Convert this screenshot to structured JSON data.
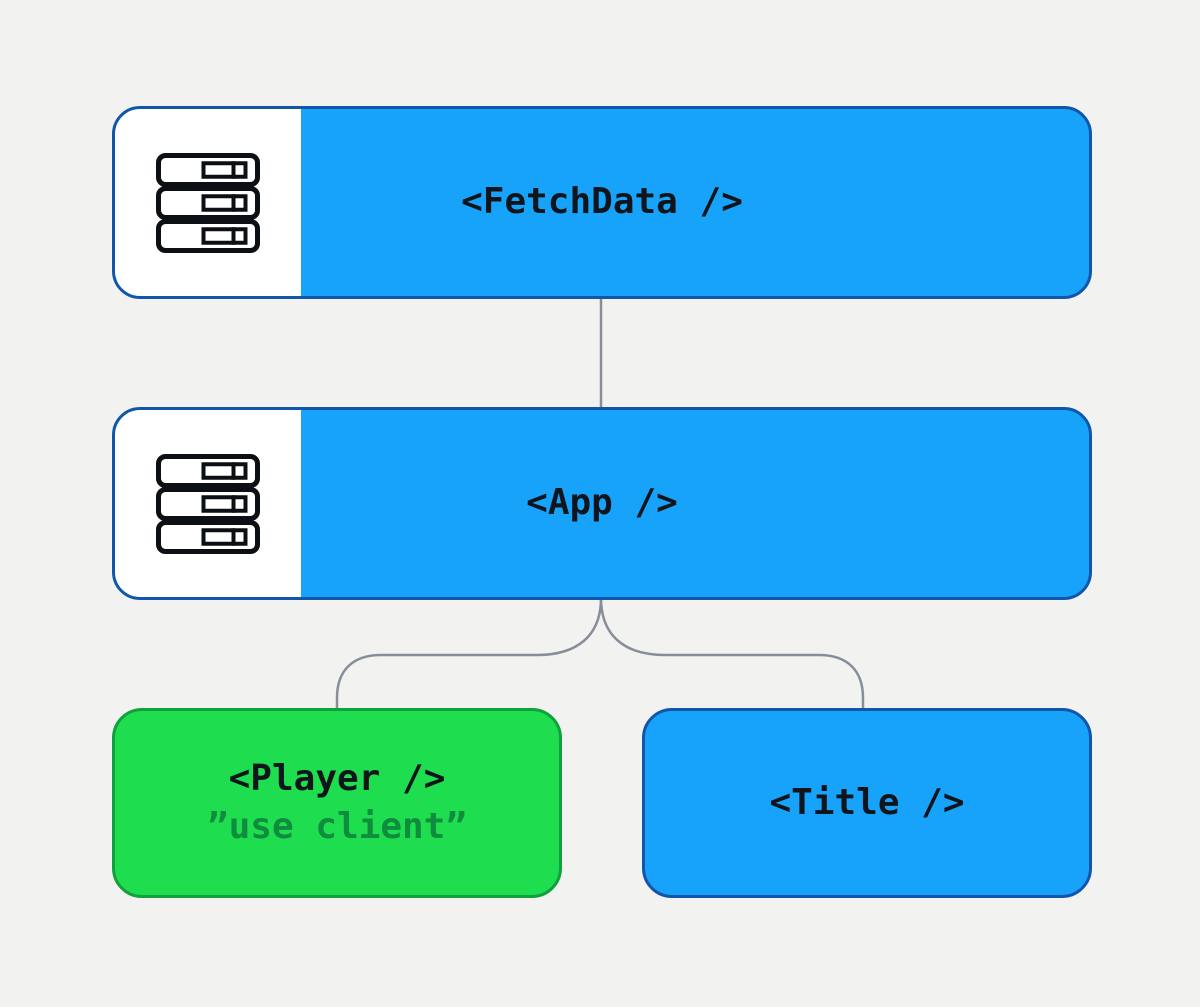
{
  "diagram": {
    "type": "component-tree",
    "nodes": {
      "fetchData": {
        "label": "<FetchData />",
        "kind": "server-component",
        "icon": "server-stack-icon",
        "fill": "#18a3fb",
        "border": "#1156ab"
      },
      "app": {
        "label": "<App />",
        "kind": "server-component",
        "icon": "server-stack-icon",
        "fill": "#18a3fb",
        "border": "#1156ab"
      },
      "player": {
        "label": "<Player />",
        "directive": "”use client”",
        "kind": "client-component",
        "fill": "#1edd4e",
        "border": "#10a03c"
      },
      "title": {
        "label": "<Title />",
        "kind": "component",
        "fill": "#18a3fb",
        "border": "#1156ab"
      }
    },
    "edges": [
      {
        "from": "FetchData",
        "to": "App"
      },
      {
        "from": "App",
        "to": "Player"
      },
      {
        "from": "App",
        "to": "Title"
      }
    ],
    "colors": {
      "background": "#f2f3f0",
      "connector": "#878e99",
      "label_text": "#10151c",
      "directive_text": "#108c3e",
      "icon_stroke": "#0c0f14",
      "icon_panel": "#ffffff"
    }
  }
}
